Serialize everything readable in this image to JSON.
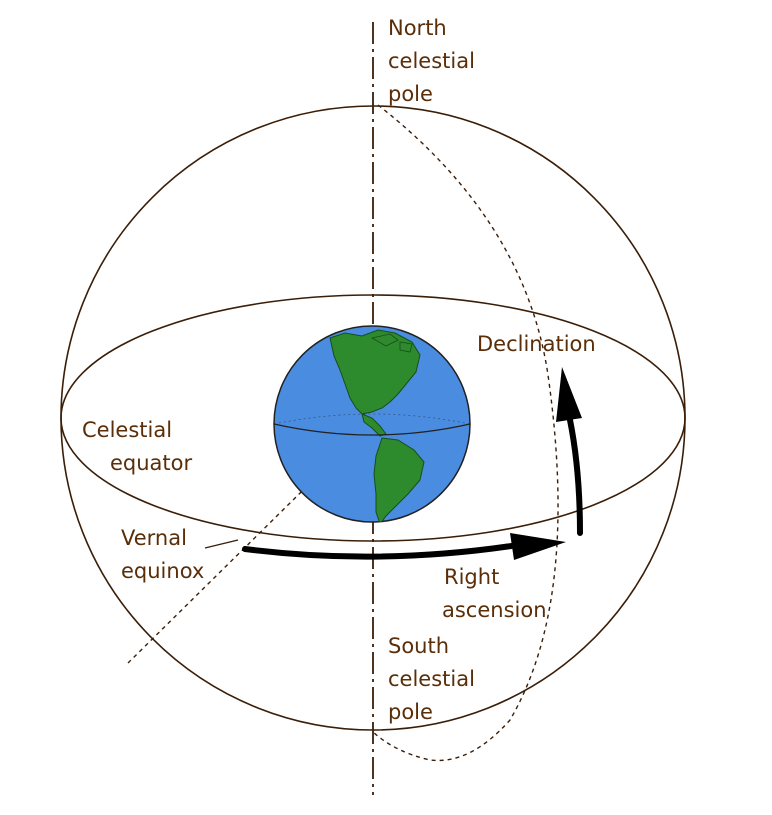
{
  "labels": {
    "north_pole": [
      "North",
      "celestial",
      "pole"
    ],
    "south_pole": [
      "South",
      "celestial",
      "pole"
    ],
    "declination": "Declination",
    "celestial_equator": [
      "Celestial",
      "equator"
    ],
    "vernal_equinox": [
      "Vernal",
      "equinox"
    ],
    "right_ascension": [
      "Right",
      "ascension"
    ]
  },
  "colors": {
    "line": "#3a1e08",
    "label_text": "#5a2e08",
    "ocean": "#4a8de0",
    "land": "#2d8a2d",
    "arrow": "#000000"
  }
}
